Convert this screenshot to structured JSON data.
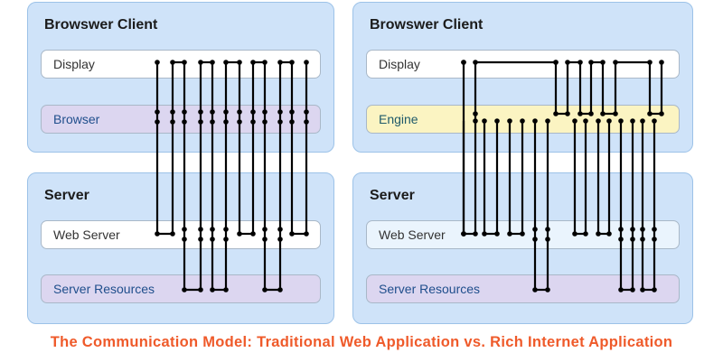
{
  "left": {
    "client": {
      "title": "Browswer Client",
      "top_box": "Display",
      "bottom_box": "Browser"
    },
    "server": {
      "title": "Server",
      "top_box": "Web Server",
      "bottom_box": "Server Resources"
    }
  },
  "right": {
    "client": {
      "title": "Browswer Client",
      "top_box": "Display",
      "bottom_box": "Engine"
    },
    "server": {
      "title": "Server",
      "top_box": "Web Server",
      "bottom_box": "Server Resources"
    }
  },
  "caption": "The Communication Model: Traditional Web Application vs. Rich Internet Application",
  "colors": {
    "accent": "#ef5a2a",
    "panel": "#cfe3f9",
    "wire": "#000000"
  }
}
